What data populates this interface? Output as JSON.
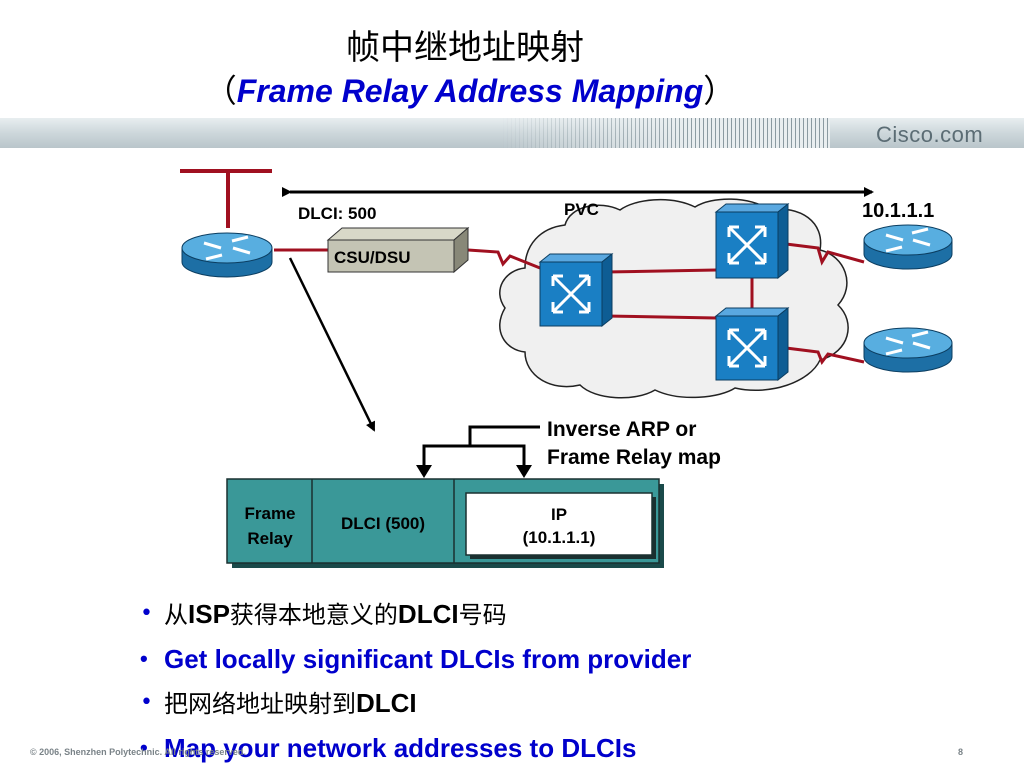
{
  "title": {
    "cn": "帧中继地址映射",
    "en": "Frame Relay Address Mapping",
    "open_paren": "（",
    "close_paren": "）"
  },
  "brand": "Cisco.com",
  "diagram": {
    "dlci_label": "DLCI: 500",
    "pvc_label": "PVC",
    "csu_label": "CSU/DSU",
    "remote_ip": "10.1.1.1",
    "map_note_line1": "Inverse ARP or",
    "map_note_line2": "Frame Relay map",
    "table": {
      "col1_line1": "Frame",
      "col1_line2": "Relay",
      "col2": "DLCI (500)",
      "col3_line1": "IP",
      "col3_line2": "(10.1.1.1)"
    },
    "colors": {
      "router": "#2a8fc8",
      "switch": "#1a7fc4",
      "link": "#a01020",
      "table": "#3a9898"
    }
  },
  "bullets": [
    {
      "pre": "从",
      "bold": "ISP",
      "mid": "获得本地意义的",
      "bold2": "DLCI",
      "post": "号码"
    },
    {
      "text": "Get locally significant DLCIs from provider"
    },
    {
      "pre": "把网络地址映射到",
      "bold": "DLCI"
    },
    {
      "text": "Map your network addresses to DLCIs"
    }
  ],
  "footer": "© 2006, Shenzhen Polytechnic. All rights reserved.",
  "page_number": "8"
}
